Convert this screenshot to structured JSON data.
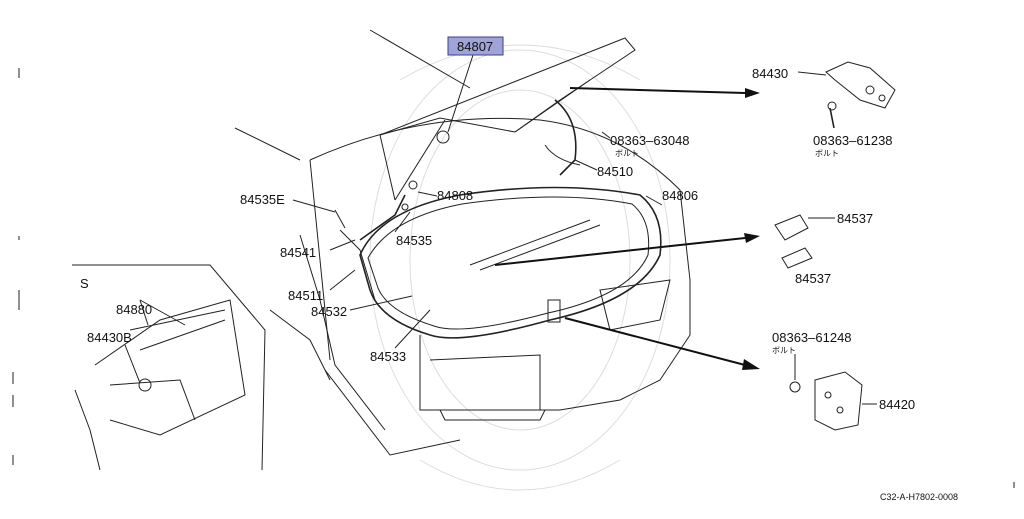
{
  "diagram": {
    "highlight_part": "84807",
    "inset_label": "S",
    "reference_code": "C32-A-H7802-0008",
    "parts": [
      {
        "id": "p84807",
        "label": "84807"
      },
      {
        "id": "p84430",
        "label": "84430"
      },
      {
        "id": "p08363_63048",
        "label": "08363–63048"
      },
      {
        "id": "p08363_61238",
        "label": "08363–61238"
      },
      {
        "id": "p84510",
        "label": "84510"
      },
      {
        "id": "p84806",
        "label": "84806"
      },
      {
        "id": "p84808",
        "label": "84808"
      },
      {
        "id": "p84535E",
        "label": "84535E"
      },
      {
        "id": "p84535",
        "label": "84535"
      },
      {
        "id": "p84541",
        "label": "84541"
      },
      {
        "id": "p84537a",
        "label": "84537"
      },
      {
        "id": "p84537b",
        "label": "84537"
      },
      {
        "id": "p84511",
        "label": "84511"
      },
      {
        "id": "p84532",
        "label": "84532"
      },
      {
        "id": "p84533",
        "label": "84533"
      },
      {
        "id": "p08363_61248",
        "label": "08363–61248"
      },
      {
        "id": "p84420",
        "label": "84420"
      },
      {
        "id": "p84880",
        "label": "84880"
      },
      {
        "id": "p84430B",
        "label": "84430B"
      }
    ],
    "bolt_notes": [
      "ボルト",
      "ボルト",
      "ボルト"
    ]
  }
}
